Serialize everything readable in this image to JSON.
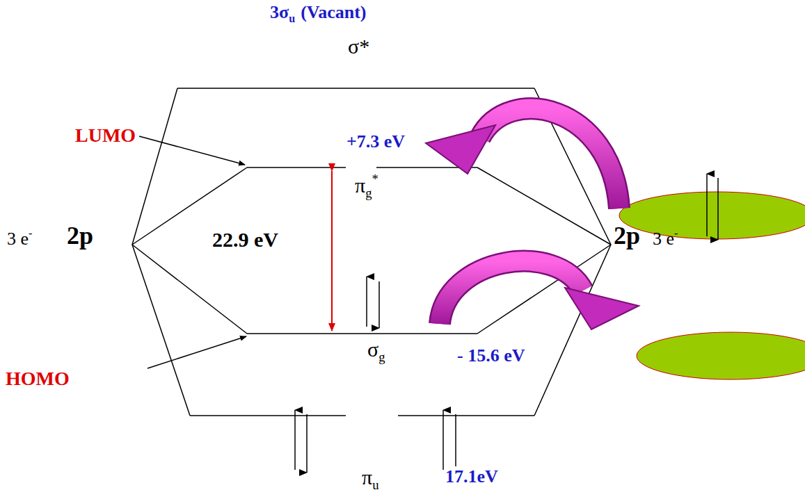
{
  "diagram": {
    "labels": [
      "3σ",
      "u",
      "(Vacant)",
      "σ*",
      "LUMO",
      "+7.3 eV",
      "π",
      "g",
      "*",
      "3 e",
      "-",
      "2p",
      "22.9 eV",
      "2p",
      "3 e",
      "-",
      "HOMO",
      "σ",
      "g",
      "- 15.6 eV",
      "π",
      "u",
      "17.1eV"
    ]
  }
}
